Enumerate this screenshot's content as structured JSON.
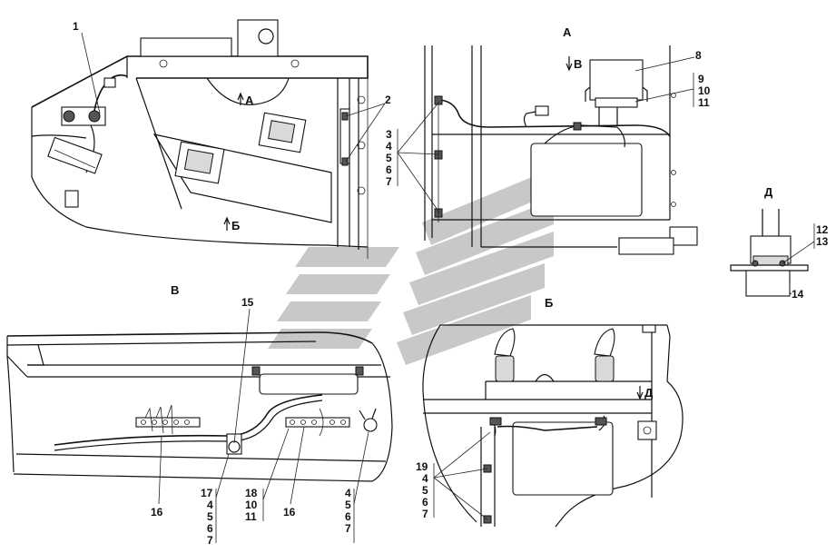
{
  "views": {
    "main": {
      "arrow_a": "А",
      "arrow_b": "Б"
    },
    "view_a": {
      "title": "А",
      "arrow_v": "В"
    },
    "view_v": {
      "title": "В"
    },
    "view_b": {
      "title": "Б",
      "arrow_d": "Д"
    },
    "view_d": {
      "title": "Д"
    }
  },
  "callouts": {
    "c1": "1",
    "c2": "2",
    "c8": "8",
    "g_9_11": [
      "9",
      "10",
      "11"
    ],
    "g_3_7": [
      "3",
      "4",
      "5",
      "6",
      "7"
    ],
    "g_12_13": [
      "12",
      "13"
    ],
    "c14": "14",
    "c15": "15",
    "c16a": "16",
    "c16b": "16",
    "g_17": [
      "17",
      "4",
      "5",
      "6",
      "7"
    ],
    "g_18": [
      "18",
      "10",
      "11"
    ],
    "g_4_7": [
      "4",
      "5",
      "6",
      "7"
    ],
    "g_19": [
      "19",
      "4",
      "5",
      "6",
      "7"
    ]
  },
  "colors": {
    "line": "#111111",
    "watermark": "#c8c8c8"
  }
}
